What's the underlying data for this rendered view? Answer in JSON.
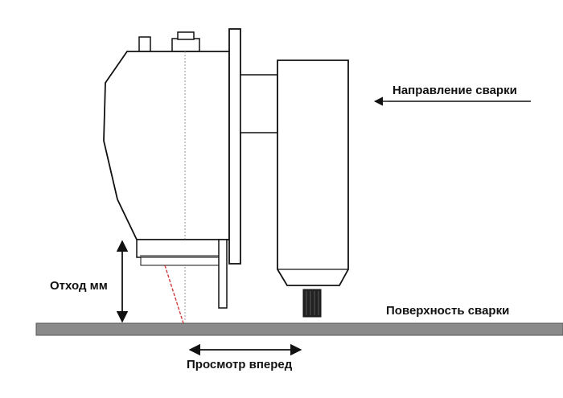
{
  "labels": {
    "welding_direction": "Направление сварки",
    "offset": "Отход мм",
    "welding_surface": "Поверхность сварки",
    "look_ahead": "Просмотр вперед"
  },
  "colors": {
    "line": "#111111",
    "laser": "#d23a3a",
    "surface": "#8a8a8a",
    "background": "#ffffff"
  }
}
